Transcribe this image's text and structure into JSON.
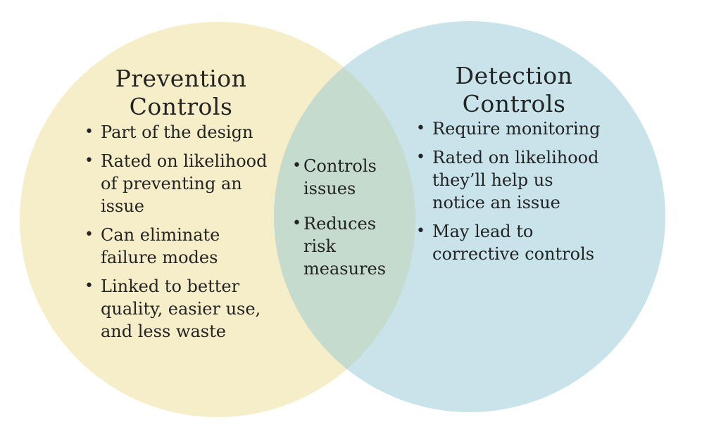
{
  "venn": {
    "colors": {
      "background": "#ffffff",
      "left_circle": "#f6eec8",
      "right_circle": "#c8e4ea",
      "overlap": "#c5dbcd",
      "text": "#232323"
    },
    "bullet_glyph": "•",
    "left": {
      "title": "Prevention Controls",
      "title_lines": [
        "Prevention",
        "Controls"
      ],
      "bullets": [
        [
          "Part of the design"
        ],
        [
          "Rated on likelihood",
          "of preventing an",
          "issue"
        ],
        [
          "Can eliminate",
          "failure modes"
        ],
        [
          "Linked to better",
          "quality, easier use,",
          "and less waste"
        ]
      ]
    },
    "overlap": {
      "bullets": [
        [
          "Controls",
          "issues"
        ],
        [
          "Reduces",
          "risk",
          "measures"
        ]
      ]
    },
    "right": {
      "title": "Detection Controls",
      "title_lines": [
        "Detection",
        "Controls"
      ],
      "bullets": [
        [
          "Require monitoring"
        ],
        [
          "Rated on likelihood",
          "they’ll help us",
          "notice an issue"
        ],
        [
          "May lead to",
          "corrective controls"
        ]
      ]
    }
  }
}
